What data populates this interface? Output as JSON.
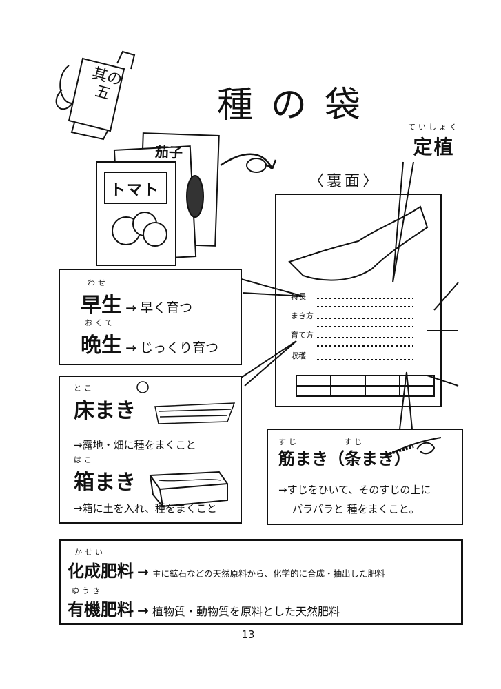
{
  "chapter_badge": {
    "line1": "其の",
    "line2": "五"
  },
  "title": "種の袋",
  "packets": {
    "front": "トマト",
    "back": "茄子"
  },
  "back_label": "〈裏面〉",
  "teishoku": {
    "ruby": "ていしょく",
    "text": "定植"
  },
  "packet_rows": [
    "特長",
    "まき方",
    "育て方",
    "収穫"
  ],
  "wase_box": {
    "row1": {
      "ruby": "わせ",
      "term": "早生",
      "arrow": "→",
      "desc": "早く育つ"
    },
    "row2": {
      "ruby": "おくて",
      "term": "晩生",
      "arrow": "→",
      "desc": "じっくり育つ"
    }
  },
  "toko_box": {
    "ruby1": "とこ",
    "term1": "床まき",
    "desc1": "→露地・畑に種をまくこと",
    "ruby2": "はこ",
    "term2": "箱まき",
    "desc2": "→箱に土を入れ、種をまくこと"
  },
  "suji_box": {
    "ruby1": "すじ",
    "ruby2": "すじ",
    "term": "筋まき（条まき）",
    "desc1": "→すじをひいて、そのすじの上に",
    "desc2": "パラパラと 種をまくこと。"
  },
  "fertilizer_box": {
    "row1": {
      "ruby": "かせい",
      "term": "化成肥料",
      "arrow": "→",
      "desc": "主に鉱石などの天然原料から、化学的に合成・抽出した肥料"
    },
    "row2": {
      "ruby": "ゆうき",
      "term": "有機肥料",
      "arrow": "→",
      "desc": "植物質・動物質を原料とした天然肥料"
    }
  },
  "page_number": "13"
}
